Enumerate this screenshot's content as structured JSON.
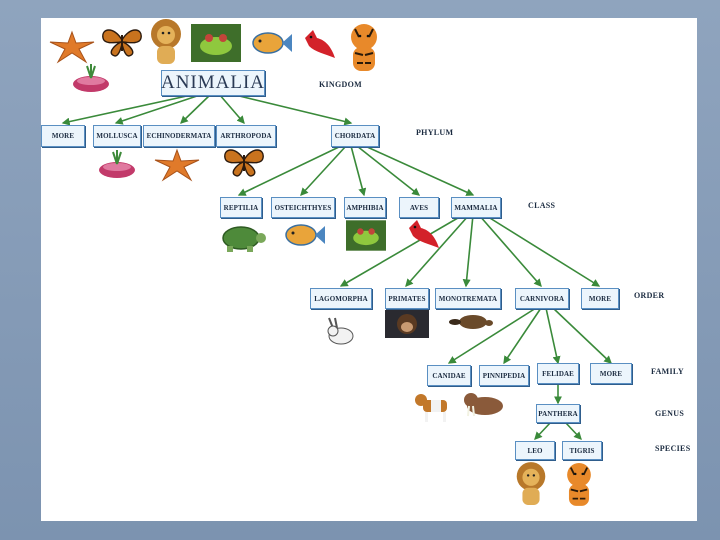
{
  "diagram": {
    "kingdom_box": "ANIMALIA",
    "phylum_boxes": [
      "MORE",
      "MOLLUSCA",
      "ECHINODERMATA",
      "ARTHROPODA",
      "CHORDATA"
    ],
    "class_boxes": [
      "REPTILIA",
      "OSTEICHTHYES",
      "AMPHIBIA",
      "AVES",
      "MAMMALIA"
    ],
    "order_boxes": [
      "LAGOMORPHA",
      "PRIMATES",
      "MONOTREMATA",
      "CARNIVORA",
      "MORE"
    ],
    "family_boxes": [
      "CANIDAE",
      "PINNIPEDIA",
      "FELIDAE",
      "MORE"
    ],
    "genus_box": "PANTHERA",
    "species_boxes": [
      "LEO",
      "TIGRIS"
    ]
  },
  "rank_labels": {
    "kingdom": "KINGDOM",
    "phylum": "PHYLUM",
    "class": "CLASS",
    "order": "ORDER",
    "family": "FAMILY",
    "genus": "GENUS",
    "species": "SPECIES"
  },
  "images": [
    "starfish",
    "butterfly",
    "lion",
    "frog",
    "fish",
    "cardinal",
    "tiger",
    "sea-anemone",
    "turtle",
    "chimpanzee",
    "rabbit",
    "platypus",
    "beagle",
    "walrus"
  ],
  "colors": {
    "connector": "#3a8a3a",
    "box_border": "#5a8fc2",
    "box_fill": "#ecf5fc",
    "background": "#8fa4be"
  }
}
